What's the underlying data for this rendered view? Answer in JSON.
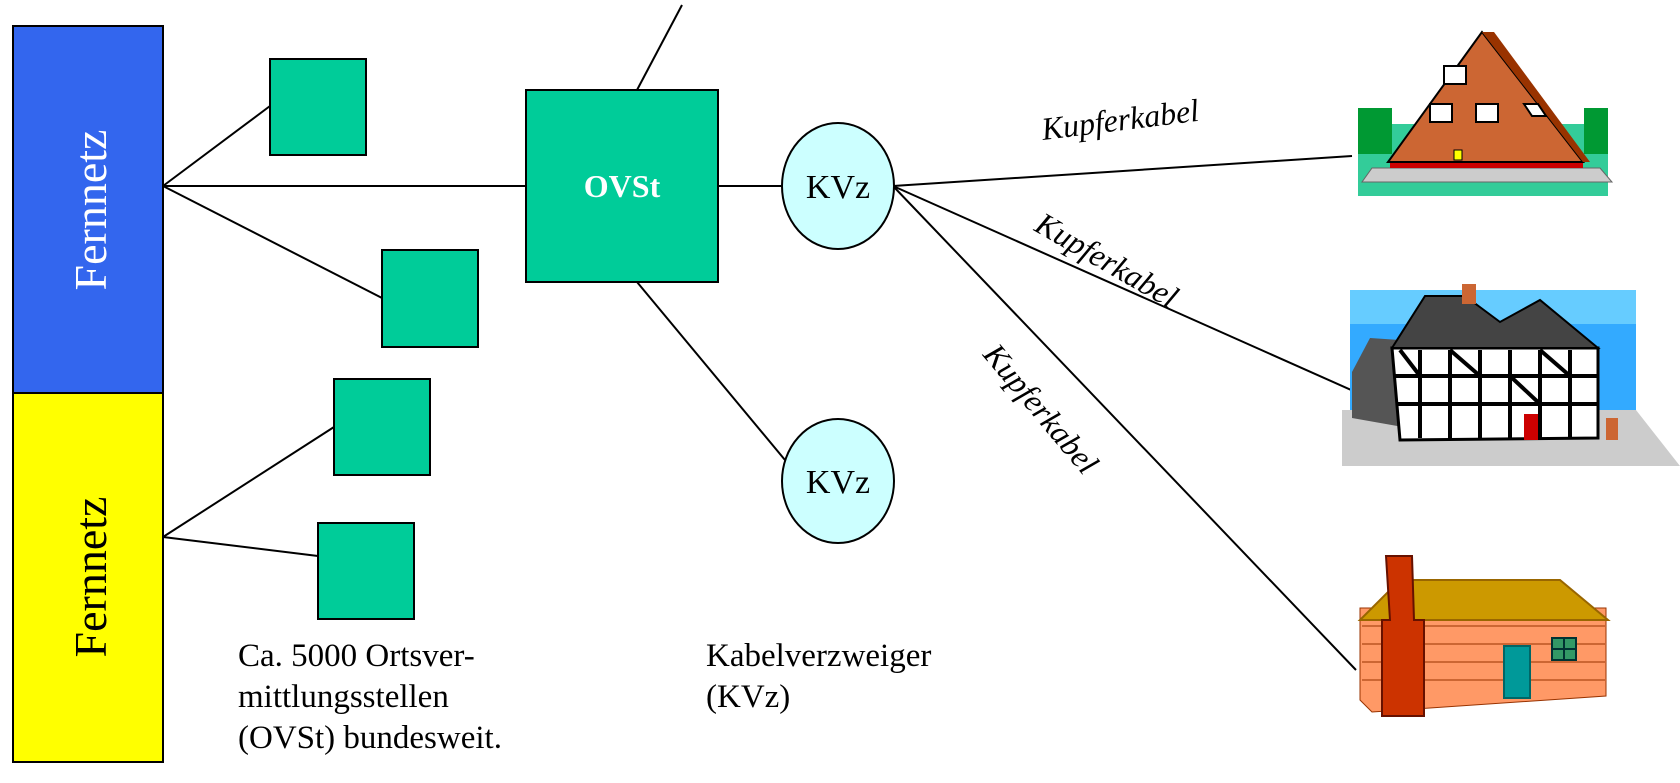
{
  "network": {
    "backbone_top_label": "Fernnetz",
    "backbone_bottom_label": "Fernnetz",
    "local_exchange_label": "OVSt",
    "distributor_top_label": "KVz",
    "distributor_bottom_label": "KVz",
    "cable_labels": [
      "Kupferkabel",
      "Kupferkabel",
      "Kupferkabel"
    ]
  },
  "captions": {
    "exchanges": "Ca. 5000 Ortsver-\nmittlungsstellen\n(OVSt) bundesweit.",
    "distributor": "Kabelverzweiger\n(KVz)"
  },
  "colors": {
    "backbone_top": "#3366ee",
    "backbone_bottom": "#ffff00",
    "exchange_boxes": "#00cc99",
    "distributor_fill": "#ccffff"
  },
  "icons": [
    "a-frame-house-icon",
    "tudor-house-icon",
    "log-cabin-icon"
  ]
}
